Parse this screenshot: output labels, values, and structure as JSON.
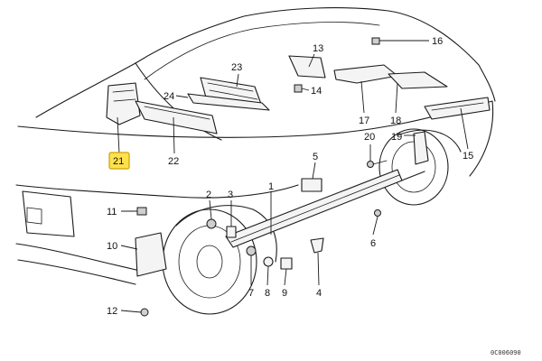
{
  "diagram": {
    "highlight_color": "#ffe14d",
    "labels": {
      "p1": "1",
      "p2": "2",
      "p3": "3",
      "p4": "4",
      "p5": "5",
      "p6": "6",
      "p7": "7",
      "p8": "8",
      "p9": "9",
      "p10": "10",
      "p11": "11",
      "p12": "12",
      "p13": "13",
      "p14": "14",
      "p15": "15",
      "p16": "16",
      "p17": "17",
      "p18": "18",
      "p19": "19",
      "p20": "20",
      "p21": "21",
      "p22": "22",
      "p23": "23",
      "p24": "24"
    },
    "catalog_code": "0C006090"
  }
}
